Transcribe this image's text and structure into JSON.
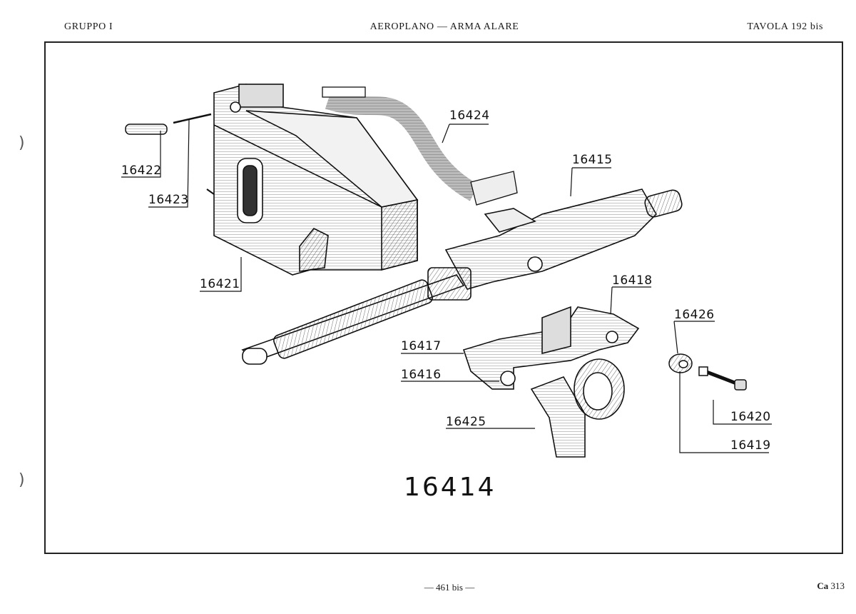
{
  "header": {
    "left": "GRUPPO I",
    "center": "AEROPLANO — ARMA ALARE",
    "right": "TAVOLA 192 bis"
  },
  "drawing": {
    "assembly_number": "16414",
    "part_labels": [
      "16424",
      "16415",
      "16422",
      "16423",
      "16421",
      "16418",
      "16426",
      "16417",
      "16416",
      "16420",
      "16425",
      "16419"
    ]
  },
  "footer": {
    "page": "— 461 bis —",
    "code_prefix": "Ca",
    "code_number": "313"
  }
}
